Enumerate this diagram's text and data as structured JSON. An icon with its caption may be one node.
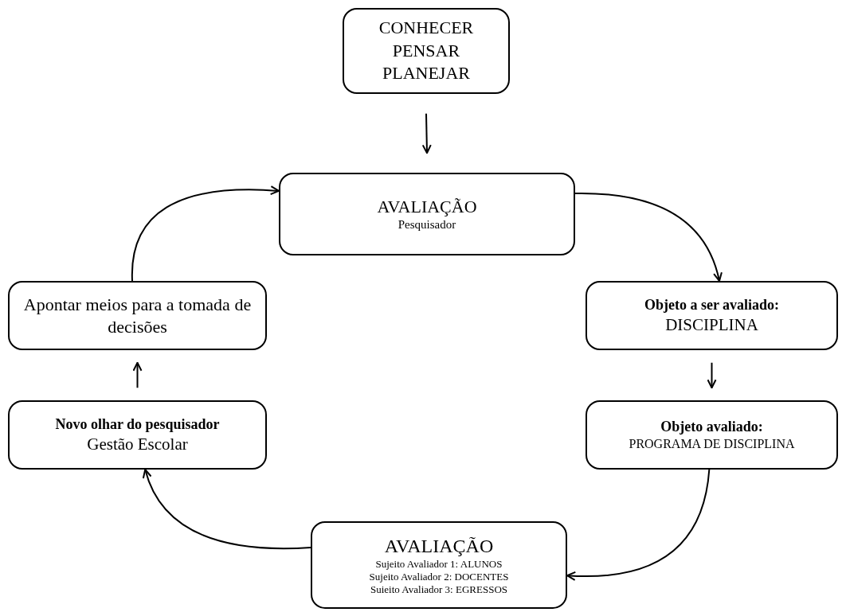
{
  "diagram": {
    "nodes": [
      {
        "text": [
          "CONHECER PENSAR PLANEJAR"
        ]
      },
      {
        "text": [
          "AVALIAÇÃO",
          "Pesquisador"
        ]
      },
      {
        "text": [
          "Objeto a ser avaliado:",
          "DISCIPLINA"
        ]
      },
      {
        "text": [
          "Objeto avaliado:",
          "PROGRAMA DE DISCIPLINA"
        ]
      },
      {
        "text": [
          "AVALIAÇÃO",
          "Sujeito Avaliador  1: ALUNOS",
          "Sujeito Avaliador 2: DOCENTES",
          "Suieito Avaliador 3: EGRESSOS"
        ]
      },
      {
        "text": [
          "Novo olhar do pesquisador",
          "Gestão Escolar"
        ]
      },
      {
        "text": [
          "Apontar meios para a tomada de decisões"
        ]
      }
    ],
    "edges": [
      {
        "from": 0,
        "to": 1,
        "arrow": "to"
      },
      {
        "from": 1,
        "to": 2,
        "arrow": "to"
      },
      {
        "from": 2,
        "to": 3,
        "arrow": "to"
      },
      {
        "from": 3,
        "to": 4,
        "arrow": "to"
      },
      {
        "from": 4,
        "to": 5,
        "arrow": "to"
      },
      {
        "from": 5,
        "to": 6,
        "arrow": "to"
      },
      {
        "from": 6,
        "to": 1,
        "arrow": "to"
      }
    ]
  }
}
